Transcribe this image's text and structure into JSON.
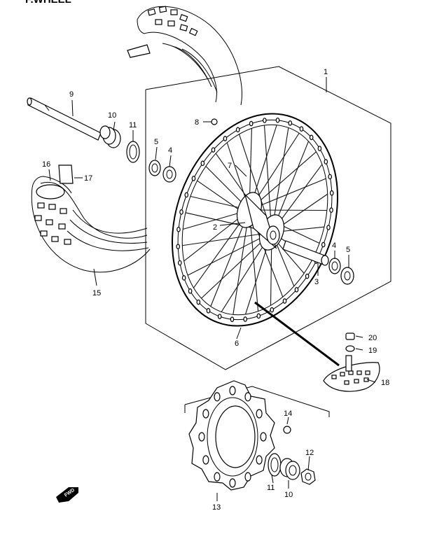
{
  "title": "F.WHEEL",
  "fwd_label": "FWD",
  "callouts": {
    "c1": "1",
    "c2": "2",
    "c3": "3",
    "c4a": "4",
    "c4b": "4",
    "c5a": "5",
    "c5b": "5",
    "c6": "6",
    "c7": "7",
    "c8": "8",
    "c9": "9",
    "c10a": "10",
    "c10b": "10",
    "c11a": "11",
    "c11b": "11",
    "c12": "12",
    "c13": "13",
    "c14": "14",
    "c15": "15",
    "c16": "16",
    "c17": "17",
    "c18": "18",
    "c19": "19",
    "c20": "20"
  }
}
